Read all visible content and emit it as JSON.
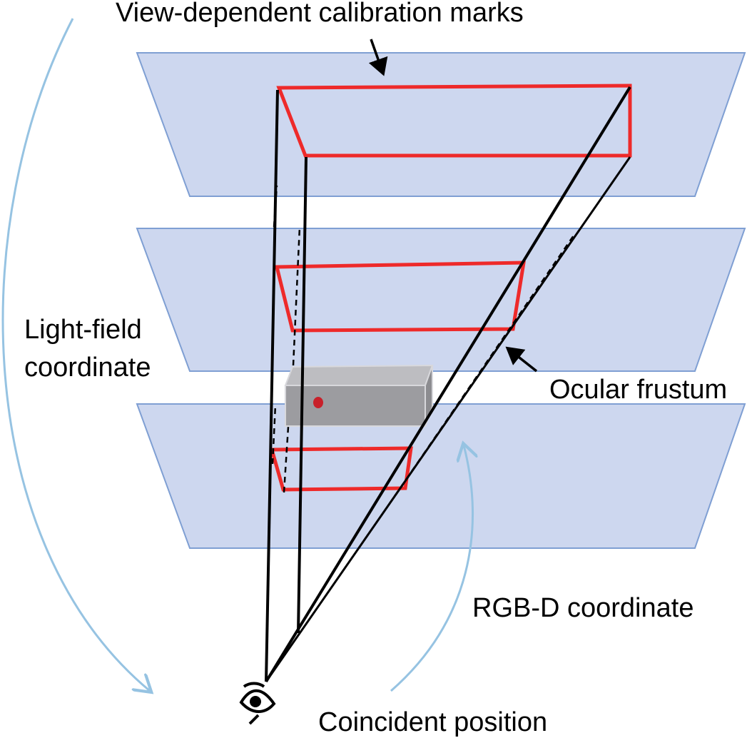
{
  "labels": {
    "calibration_marks": "View-dependent calibration marks",
    "light_field_line1": "Light-field",
    "light_field_line2": "coordinate",
    "ocular_frustum": "Ocular frustum",
    "rgbd": "RGB-D coordinate",
    "coincident": "Coincident position"
  },
  "colors": {
    "plane_fill": "#cdd7ef",
    "plane_stroke": "#7f9fd3",
    "calibration_mark": "#ee2a2a",
    "frustum_ray": "#000000",
    "coordinate_arrow": "#96c3e2",
    "object_box": "#9c9ca0",
    "object_dot": "#c8202a"
  },
  "icons": {
    "viewer": "eye-icon"
  }
}
